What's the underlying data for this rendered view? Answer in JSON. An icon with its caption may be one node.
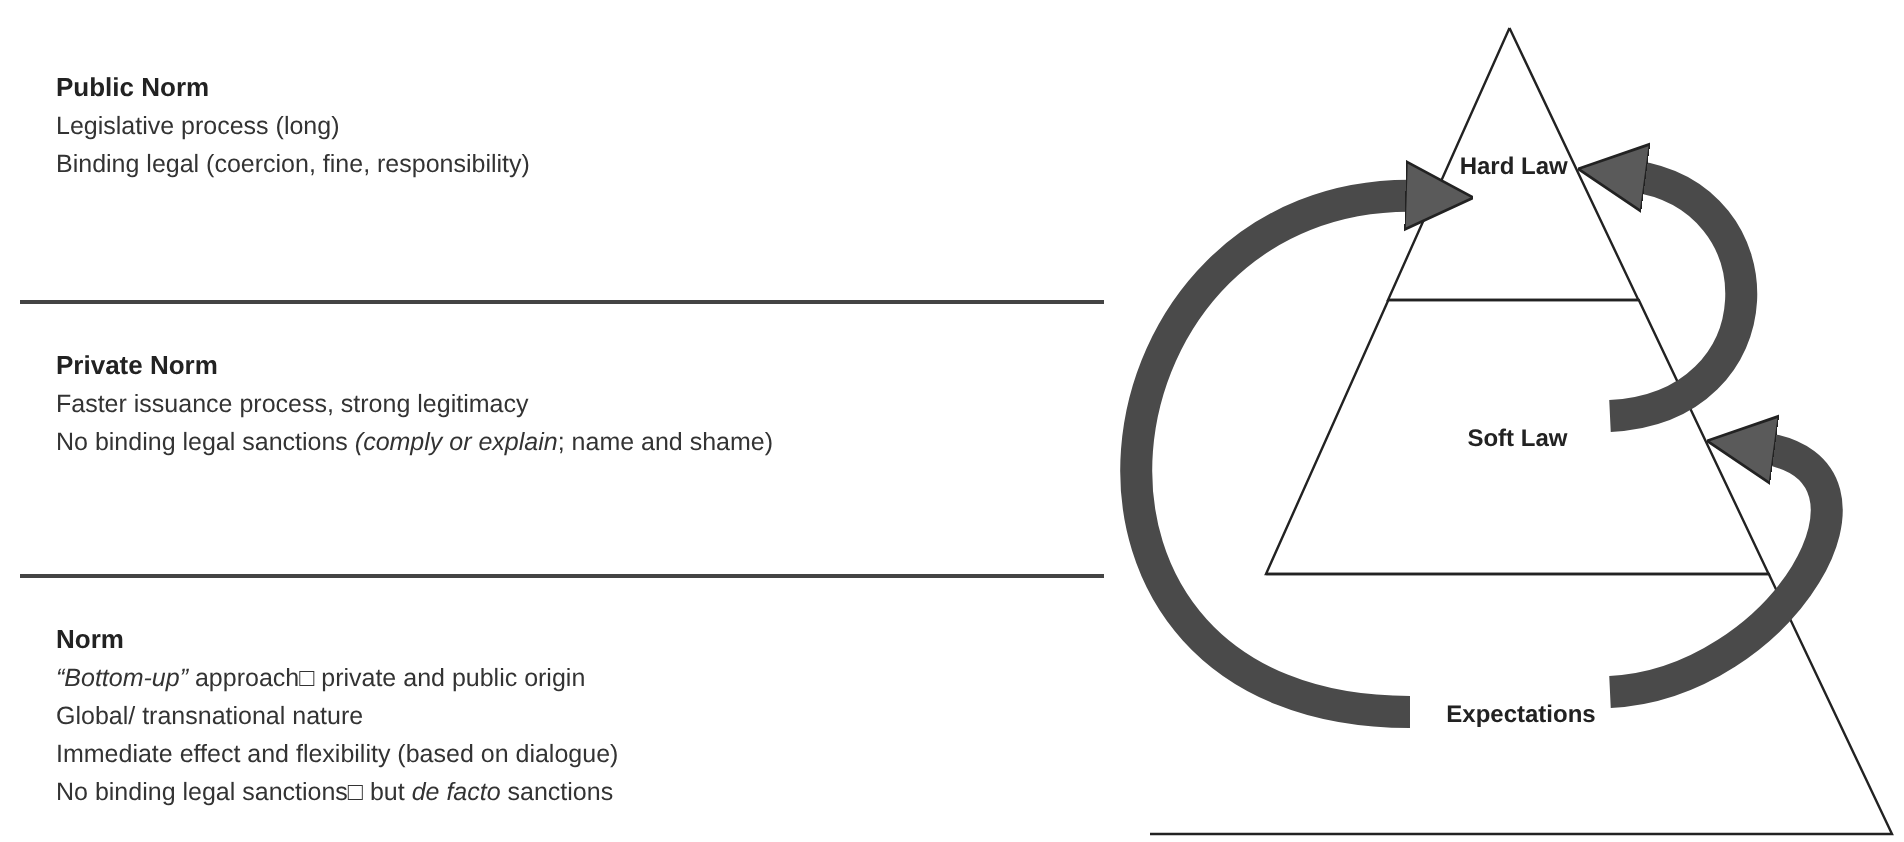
{
  "diagram": {
    "nodes": [
      {
        "text": [
          "Hard Law"
        ]
      },
      {
        "text": [
          "Soft Law"
        ]
      },
      {
        "text": [
          "Expectations"
        ]
      }
    ],
    "edges": [
      {
        "from": 2,
        "to": 0,
        "arrow": "to"
      },
      {
        "from": 1,
        "to": 0,
        "arrow": "to"
      },
      {
        "from": 2,
        "to": 1,
        "arrow": "to"
      }
    ],
    "labels": [
      "Public Norm",
      "Legislative process (long)",
      "Binding legal (coercion, fine, responsibility)",
      "Private Norm",
      "Faster issuance process, strong legitimacy",
      "No binding legal sanctions *(comply or explain*; name and shame)",
      "Norm",
      "*“Bottom-up”* approach□ private and public origin",
      "Global/ transnational nature",
      "Immediate effect and flexibility (based on dialogue)",
      "No binding legal sanctions□ but *de facto* sanctions"
    ]
  }
}
